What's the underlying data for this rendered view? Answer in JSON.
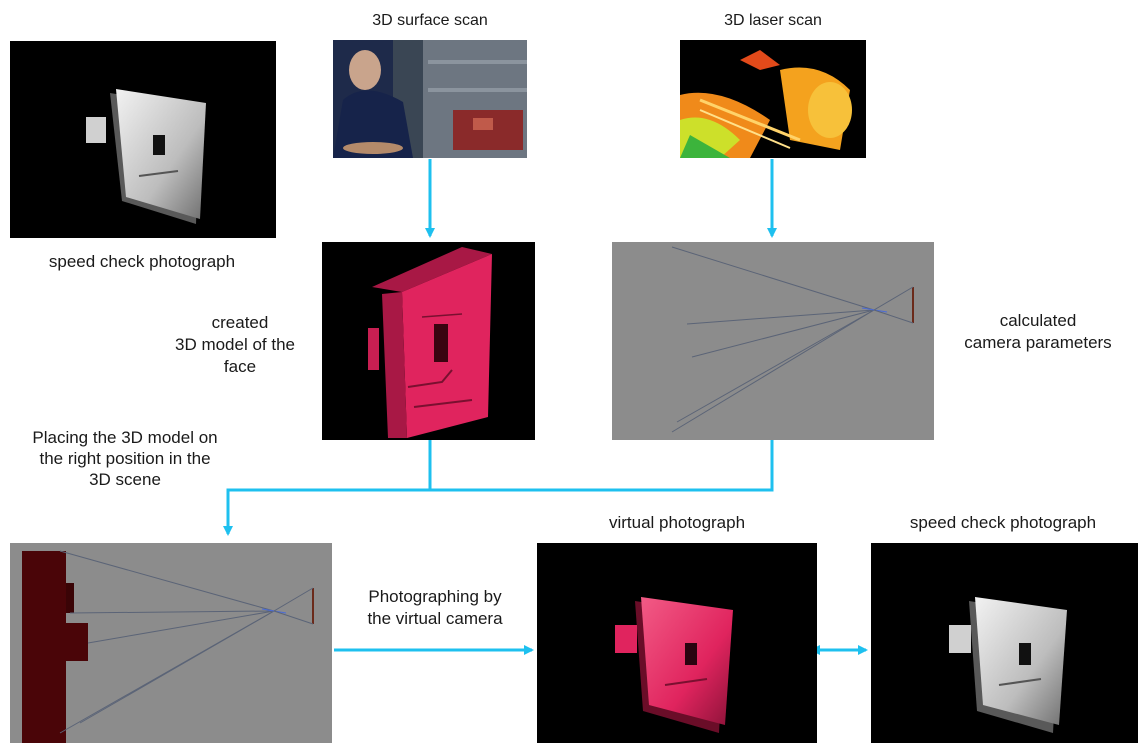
{
  "labels": {
    "surface_scan": "3D surface scan",
    "laser_scan": "3D laser scan",
    "speed_check_top": "speed check photograph",
    "created_model_line1": "created",
    "created_model_line2": "3D model of the",
    "created_model_line3": "face",
    "camera_params_line1": "calculated",
    "camera_params_line2": "camera parameters",
    "placing_line1": "Placing the 3D model on",
    "placing_line2": "the right position in the",
    "placing_line3": "3D scene",
    "photographing_line1": "Photographing by",
    "photographing_line2": "the virtual camera",
    "virtual_photo": "virtual photograph",
    "speed_check_bottom": "speed check photograph"
  },
  "colors": {
    "arrow": "#1ec0ef",
    "face_gray": "#d9d9d9",
    "face_pink": "#e0245e",
    "face_pink_dark": "#a81845",
    "scene_gray": "#8c8c8c",
    "model_dark_red": "#4a0508"
  },
  "icons": {
    "surface_scan_photo": "person-seated-scanner-photo",
    "laser_scan_photo": "point-cloud-photo"
  }
}
